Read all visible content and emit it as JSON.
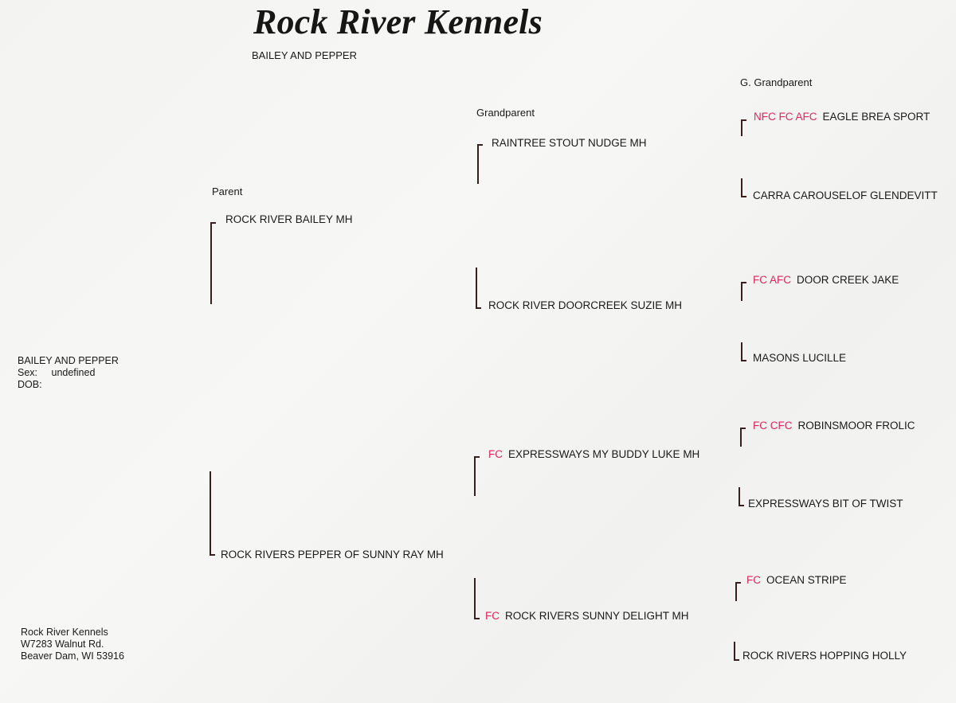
{
  "header": {
    "title": "Rock River Kennels",
    "subtitle": "BAILEY AND PEPPER"
  },
  "columns": {
    "parent": "Parent",
    "grandparent": "Grandparent",
    "great_grandparent": "G. Grandparent"
  },
  "subject": {
    "name": "BAILEY AND PEPPER",
    "sex_label": "Sex:",
    "sex_value": "undefined",
    "dob_label": "DOB:"
  },
  "parents": [
    {
      "titles": "",
      "name": "ROCK RIVER BAILEY MH"
    },
    {
      "titles": "",
      "name": "ROCK RIVERS PEPPER OF SUNNY RAY MH"
    }
  ],
  "grandparents": [
    {
      "titles": "",
      "name": "RAINTREE STOUT NUDGE MH"
    },
    {
      "titles": "",
      "name": "ROCK RIVER DOORCREEK SUZIE MH"
    },
    {
      "titles": "FC",
      "name": "EXPRESSWAYS MY BUDDY LUKE MH"
    },
    {
      "titles": "FC",
      "name": "ROCK RIVERS SUNNY DELIGHT MH"
    }
  ],
  "great_grandparents": [
    {
      "titles": "NFC FC AFC",
      "name": "EAGLE BREA SPORT"
    },
    {
      "titles": "",
      "name": "CARRA CAROUSELOF GLENDEVITT"
    },
    {
      "titles": "FC AFC",
      "name": "DOOR CREEK JAKE"
    },
    {
      "titles": "",
      "name": "MASONS LUCILLE"
    },
    {
      "titles": "FC CFC",
      "name": "ROBINSMOOR FROLIC"
    },
    {
      "titles": "",
      "name": "EXPRESSWAYS BIT OF TWIST"
    },
    {
      "titles": "FC",
      "name": "OCEAN STRIPE"
    },
    {
      "titles": "",
      "name": "ROCK RIVERS HOPPING HOLLY"
    }
  ],
  "footer": {
    "line1": "Rock River Kennels",
    "line2": "W7283 Walnut Rd.",
    "line3": "Beaver Dam, WI  53916"
  },
  "colors": {
    "title_red": "#e0245e",
    "bracket": "#3a1f1f",
    "paper": "#f5f5f3"
  }
}
